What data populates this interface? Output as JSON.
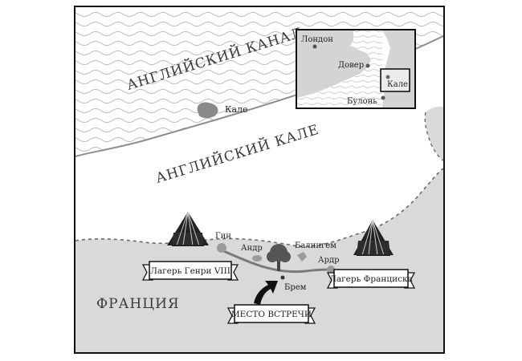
{
  "map": {
    "sea_label": "АНГЛИЙСКИЙ КАНАЛ",
    "pale_label": "АНГЛИЙСКИЙ КАЛЕ",
    "france_label": "ФРАНЦИЯ",
    "calais_label": "Кале",
    "places": {
      "guines": "Гин",
      "ardres_left": "Андр",
      "balinghem": "Балингем",
      "ardres_right": "Ардр",
      "brem": "Брем"
    },
    "camps": {
      "henry": "Лагерь Генри VIII",
      "francis": "Лагерь Франциска"
    },
    "meeting_label": "МЕСТО ВСТРЕЧИ",
    "inset": {
      "london": "Лондон",
      "dover": "Довер",
      "calais": "Кале",
      "boulogne": "Булонь"
    }
  }
}
